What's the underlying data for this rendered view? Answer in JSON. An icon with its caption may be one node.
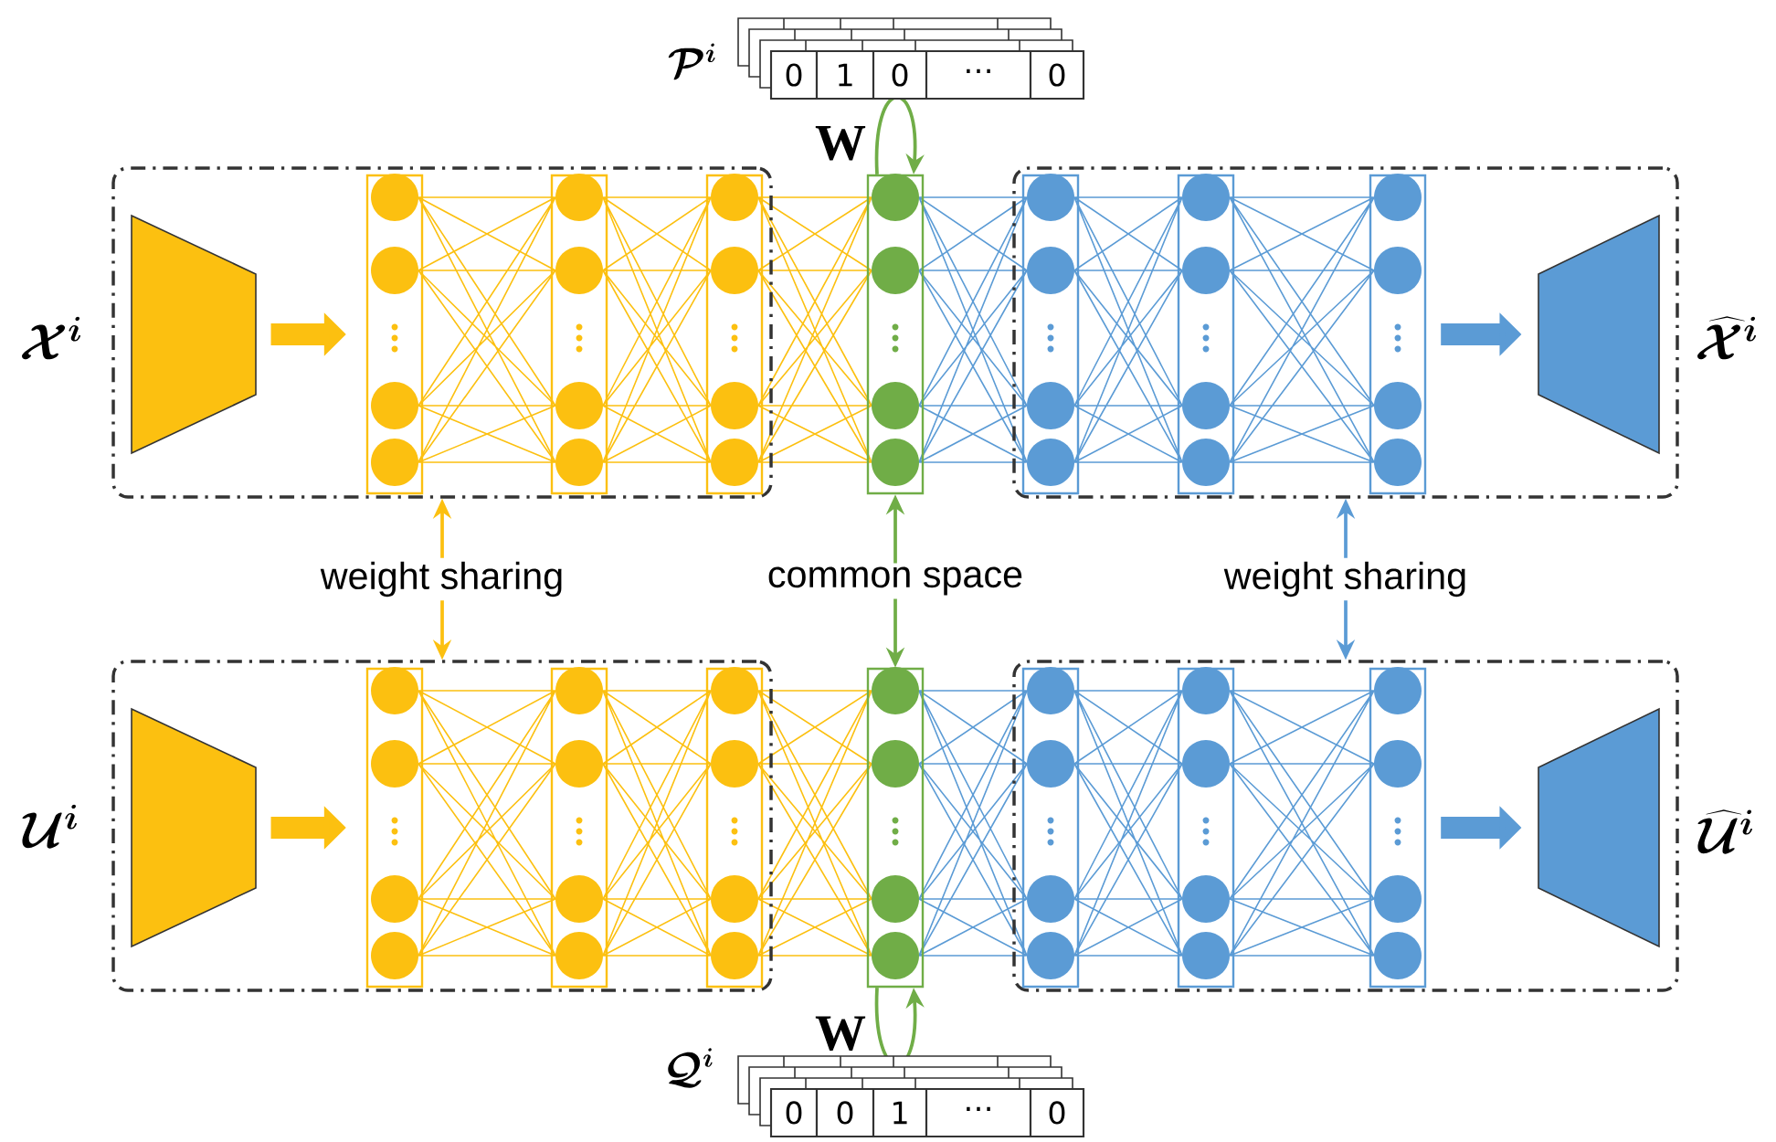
{
  "diagram": {
    "nodes": [
      {
        "text": [],
        "shape": "box"
      },
      {
        "text": [],
        "shape": "trapezoid",
        "in": 0
      },
      {
        "text": [],
        "shape": "bar",
        "in": 0
      },
      {
        "text": [],
        "shape": "bar",
        "in": 0
      },
      {
        "text": [],
        "shape": "bar",
        "in": 0
      },
      {
        "text": [],
        "shape": "bar"
      },
      {
        "text": [],
        "shape": "box"
      },
      {
        "text": [],
        "shape": "bar",
        "in": 6
      },
      {
        "text": [],
        "shape": "bar",
        "in": 6
      },
      {
        "text": [],
        "shape": "bar",
        "in": 6
      },
      {
        "text": [],
        "shape": "trapezoid",
        "in": 6
      },
      {
        "text": [],
        "shape": "box"
      },
      {
        "text": [],
        "shape": "trapezoid",
        "in": 11
      },
      {
        "text": [],
        "shape": "bar",
        "in": 11
      },
      {
        "text": [],
        "shape": "bar",
        "in": 11
      },
      {
        "text": [],
        "shape": "bar",
        "in": 11
      },
      {
        "text": [],
        "shape": "bar"
      },
      {
        "text": [],
        "shape": "box"
      },
      {
        "text": [],
        "shape": "bar",
        "in": 17
      },
      {
        "text": [],
        "shape": "bar",
        "in": 17
      },
      {
        "text": [],
        "shape": "bar",
        "in": 17
      },
      {
        "text": [],
        "shape": "trapezoid",
        "in": 17
      }
    ],
    "edges": [
      {
        "from": 1,
        "to": 2,
        "arrow": "to",
        "style": "thick",
        "color": "#fcc010"
      },
      {
        "from": 9,
        "to": 10,
        "arrow": "to",
        "style": "thick",
        "color": "#5b9bd5"
      },
      {
        "from": 5,
        "to": 5,
        "arrow": "to",
        "label": "W",
        "color": "#70ad47"
      },
      {
        "from": 0,
        "to": 11,
        "arrow": "both",
        "label": "weight sharing",
        "color": "#fcc010"
      },
      {
        "from": 5,
        "to": 16,
        "arrow": "both",
        "label": "common space",
        "color": "#70ad47"
      },
      {
        "from": 6,
        "to": 17,
        "arrow": "both",
        "label": "weight sharing",
        "color": "#5b9bd5"
      },
      {
        "from": 12,
        "to": 13,
        "arrow": "to",
        "style": "thick",
        "color": "#fcc010"
      },
      {
        "from": 20,
        "to": 21,
        "arrow": "to",
        "style": "thick",
        "color": "#5b9bd5"
      },
      {
        "from": 16,
        "to": 16,
        "arrow": "to",
        "label": "W",
        "color": "#70ad47"
      }
    ],
    "labels": [
      "\\mathcal{P}^i",
      "0",
      "1",
      "0",
      "⋯",
      "0",
      "\\mathcal{X}^i",
      "\\widehat{\\mathcal{X}}^i",
      "\\mathcal{U}^i",
      "\\widehat{\\mathcal{U}}^i",
      "\\mathcal{Q}^i",
      "0",
      "0",
      "1",
      "⋯",
      "0"
    ]
  }
}
